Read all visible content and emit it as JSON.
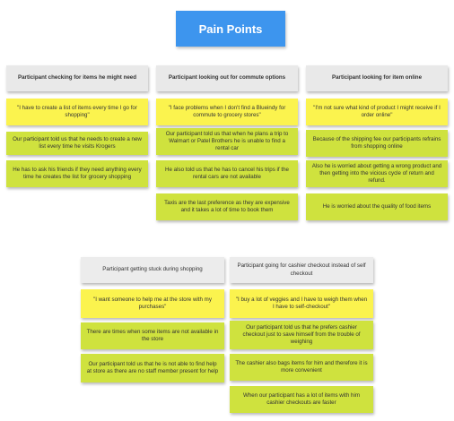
{
  "title": "Pain Points",
  "colors": {
    "title_bg": "#3d95ee",
    "header": "#e9e9e9",
    "quote": "#fbf34e",
    "note": "#cfe23e"
  },
  "columns": [
    {
      "header": "Participant checking for items he might need",
      "notes": [
        "\"I have to create a list of items every time I go for shopping\"",
        "Our participant told us that he needs to create a new list every time he visits Krogers",
        "He has to ask his friends if they need anything every time he creates the list for grocery shopping"
      ]
    },
    {
      "header": "Participant looking out for commute options",
      "notes": [
        "\"I face problems when I don't find a Blueindy for commute to grocery stores\"",
        "Our participant told us that when he plans a trip to Walmart or Patel Brothers he is unable to find a rental car",
        "He also told us that he has to cancel his trips if the rental cars are not available",
        "Taxis are the last preference as they are expensive and it takes a lot of time to book them"
      ]
    },
    {
      "header": "Participant looking for item online",
      "notes": [
        "\"I'm not sure what kind of product I might receive if I order online\"",
        "Because of the shipping fee our participants refrains from shopping online",
        "Also he is worried about getting a wrong product and then getting into the vicious cycle of return and refund.",
        "He is worried about the quality of food items"
      ]
    },
    {
      "header": "Participant getting stuck during shopping",
      "notes": [
        "\"I want someone to help me at the store with my purchases\"",
        "There are times when some items are not available in the store",
        "Our participant told us that he is not able to find help at store as there are no staff member present for help"
      ]
    },
    {
      "header": "Participant going for cashier checkout instead of self checkout",
      "notes": [
        "\"I buy a lot of veggies and I have to weigh them when I have to self-checkout\"",
        "Our participant told us that he prefers cashier checkout just to save himself from the trouble of weighing",
        "The cashier also bags items for him and therefore it is more convenient",
        "When our participant has a lot of items with him cashier checkouts are faster"
      ]
    }
  ]
}
